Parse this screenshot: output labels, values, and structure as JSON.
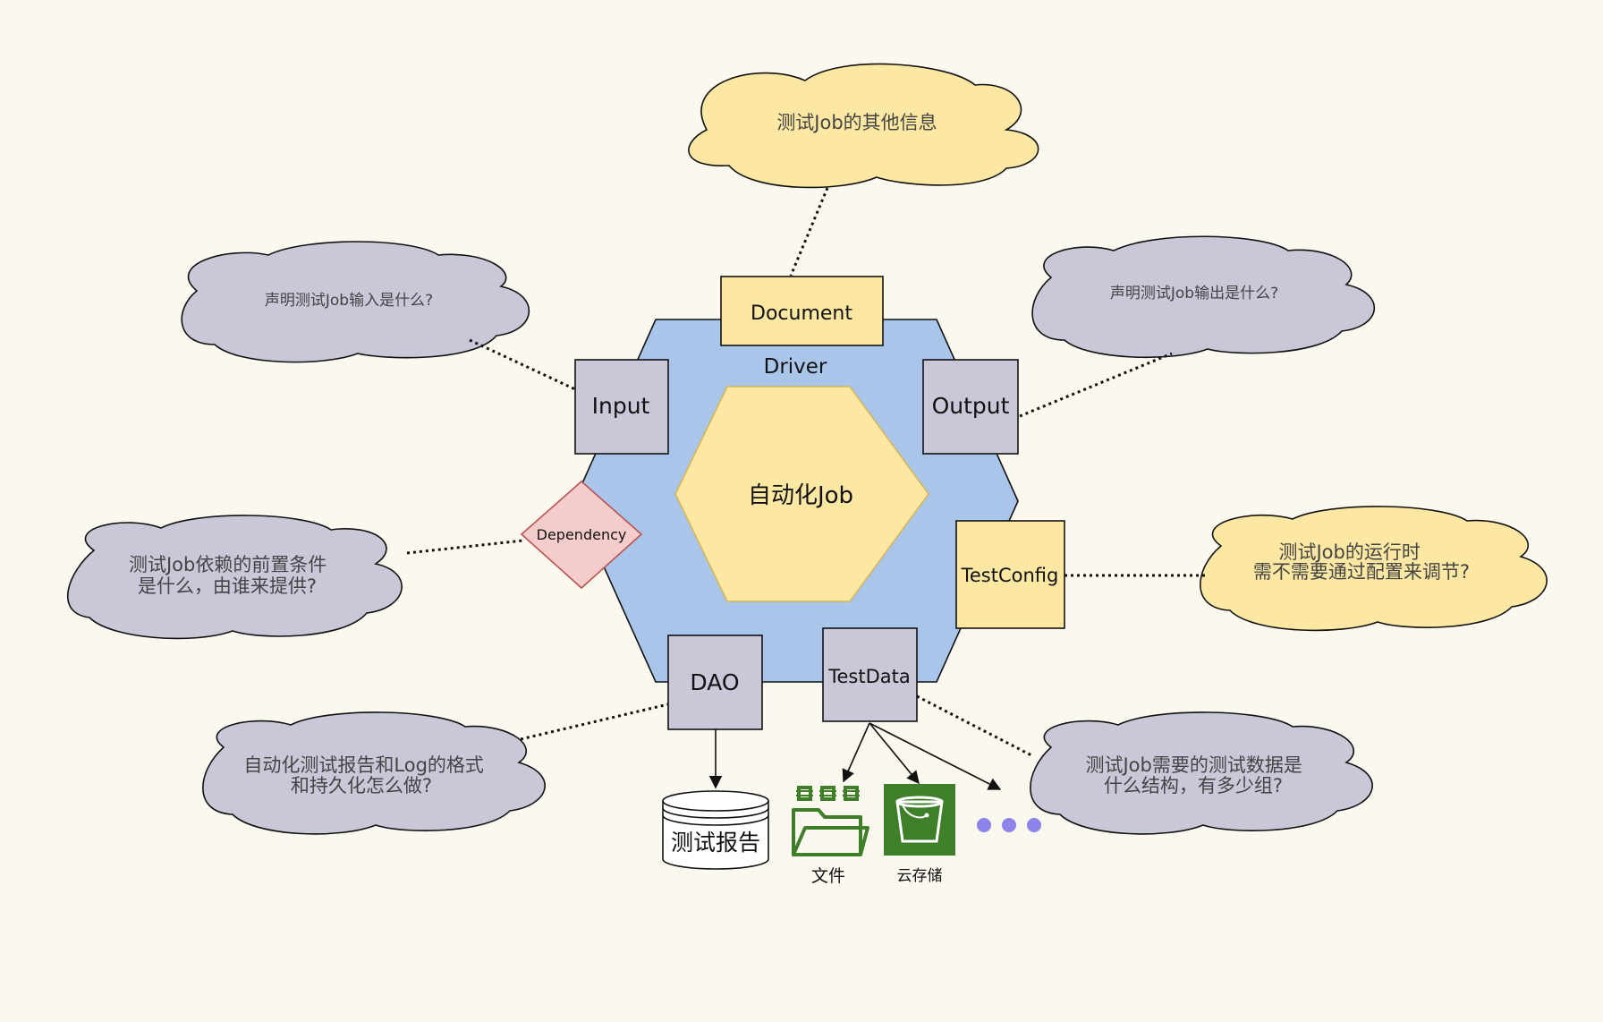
{
  "colors": {
    "background": "#fbf8f0",
    "driver_fill": "#a9c5ea",
    "core_fill": "#fde8a3",
    "core_stroke": "#d6b656",
    "port_fill": "#c9c8d8",
    "doc_fill": "#fde8a3",
    "dependency_fill": "#f4cccc",
    "dependency_stroke": "#b85450",
    "cloud_gray": "#c9c8d8",
    "cloud_yellow": "#fde8a3",
    "icon_green": "#3f7f2a",
    "dots": "#8c84e8"
  },
  "diagram": {
    "driver_label": "Driver",
    "core_label": "自动化Job",
    "ports": {
      "document": "Document",
      "input": "Input",
      "output": "Output",
      "dependency": "Dependency",
      "testconfig": "TestConfig",
      "dao": "DAO",
      "testdata": "TestData"
    },
    "storage": {
      "report": "测试报告",
      "file": "文件",
      "cloud_storage": "云存储"
    },
    "notes": {
      "document_info": [
        "测试Job的其他信息"
      ],
      "input_declare": [
        "声明测试Job输入是什么?"
      ],
      "output_declare": [
        "声明测试Job输出是什么?"
      ],
      "dependency_precondition": [
        "测试Job依赖的前置条件",
        "是什么，由谁来提供?"
      ],
      "testconfig_runtime": [
        "测试Job的运行时",
        "需不需要通过配置来调节?"
      ],
      "dao_report_format": [
        "自动化测试报告和Log的格式",
        "和持久化怎么做?"
      ],
      "testdata_structure": [
        "测试Job需要的测试数据是",
        "什么结构，有多少组?"
      ]
    }
  }
}
